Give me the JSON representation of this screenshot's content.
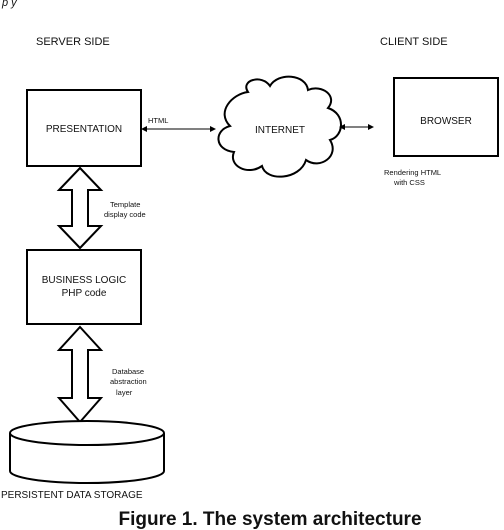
{
  "top_partial_text": "p                                                       y",
  "headers": {
    "server_side": "SERVER SIDE",
    "client_side": "CLIENT SIDE"
  },
  "boxes": {
    "presentation": "PRESENTATION",
    "browser": "BROWSER",
    "business_logic_line1": "BUSINESS LOGIC",
    "business_logic_line2": "PHP code"
  },
  "cloud": {
    "label": "INTERNET"
  },
  "storage": {
    "label": "PERSISTENT DATA STORAGE"
  },
  "connectors": {
    "html_link": "HTML",
    "template_line1": "Template",
    "template_line2": "display code",
    "database_line1": "Database",
    "database_line2": "abstraction",
    "database_line3": "layer",
    "rendering_line1": "Rendering HTML",
    "rendering_line2": "with CSS"
  },
  "caption": "Figure 1. The system architecture"
}
